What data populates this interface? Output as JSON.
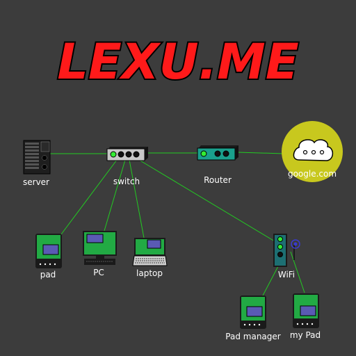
{
  "logo": {
    "text": "LEXU.ME",
    "color": "#ff1a1a"
  },
  "nodes": {
    "server": "server",
    "switch": "switch",
    "router": "Router",
    "internet": "google.com",
    "pad": "pad",
    "pc": "PC",
    "laptop": "laptop",
    "wifi": "WiFi",
    "pad_manager": "Pad manager",
    "my_pad": "my Pad"
  },
  "colors": {
    "background": "#3c3c3c",
    "link": "#22cc22",
    "device_screen": "#22aa44",
    "led": "#33ee33",
    "cloud_halo": "#c8c81e"
  }
}
